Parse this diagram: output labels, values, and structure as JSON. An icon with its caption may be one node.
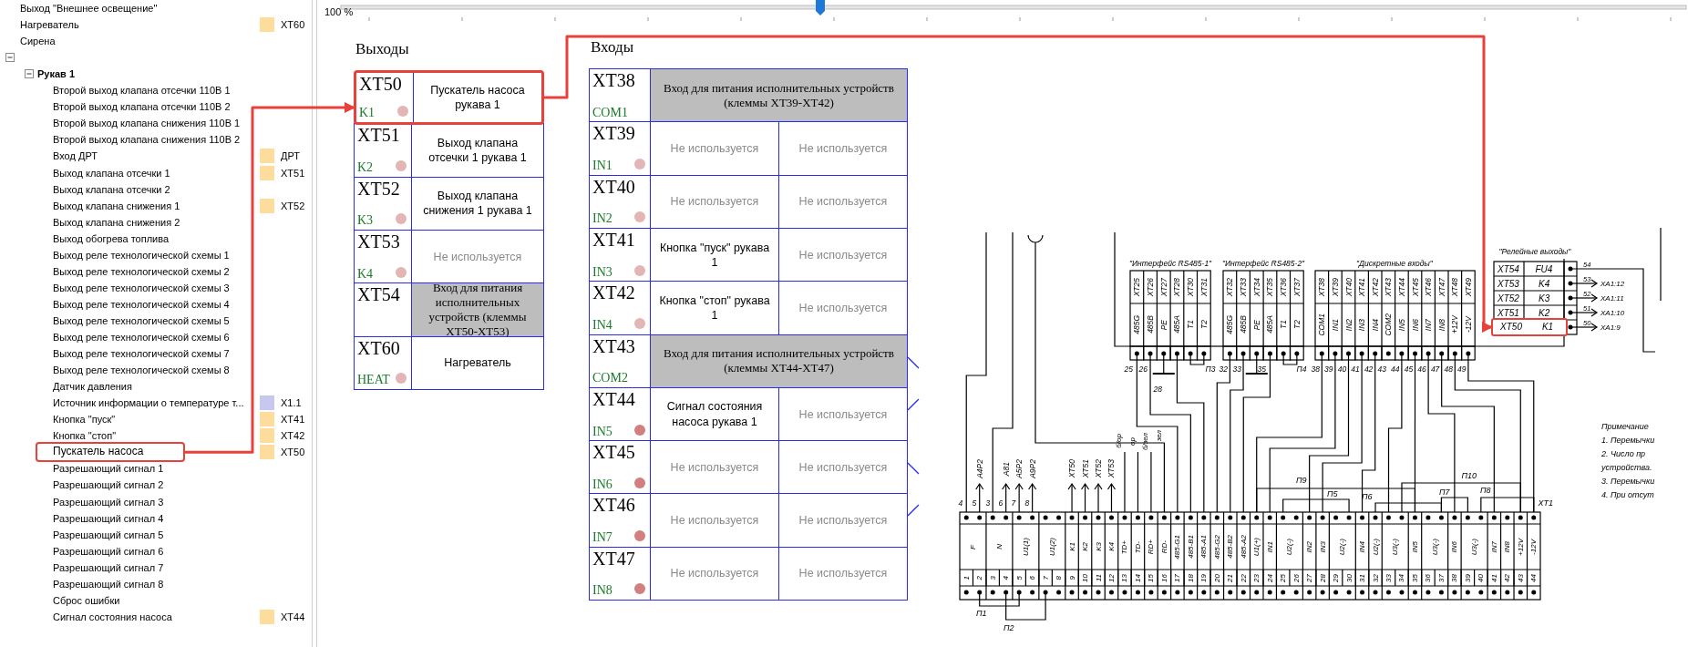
{
  "diagram": {
    "nodes": [
      {
        "text": [
          "Пускатель насоса"
        ]
      },
      {
        "text": [
          "Выходы"
        ]
      },
      {
        "text": [
          "XT50",
          "K1",
          "Пускатель насоса рукава 1"
        ],
        "in": 1
      },
      {
        "text": [
          "XT51",
          "K2",
          "Выход клапана отсечки 1 рукава 1"
        ],
        "in": 1
      },
      {
        "text": [
          "XT52",
          "K3",
          "Выход клапана снижения 1 рукава 1"
        ],
        "in": 1
      },
      {
        "text": [
          "XT53",
          "K4",
          "Не используется"
        ],
        "in": 1
      },
      {
        "text": [
          "XT54",
          "Вход для питания исполнительных устройств (клеммы XT50-XT53)"
        ],
        "in": 1
      },
      {
        "text": [
          "XT60",
          "HEAT",
          "Нагреватель"
        ],
        "in": 1
      },
      {
        "text": [
          "Входы"
        ]
      },
      {
        "text": [
          "XT38",
          "COM1",
          "Вход для питания исполнительных устройств (клеммы XT39-XT42)"
        ],
        "in": 8
      },
      {
        "text": [
          "XT39",
          "IN1",
          "Не используется",
          "Не используется"
        ],
        "in": 8
      },
      {
        "text": [
          "XT40",
          "IN2",
          "Не используется",
          "Не используется"
        ],
        "in": 8
      },
      {
        "text": [
          "XT41",
          "IN3",
          "Кнопка \"пуск\" рукава 1",
          "Не используется"
        ],
        "in": 8
      },
      {
        "text": [
          "XT42",
          "IN4",
          "Кнопка \"стоп\" рукава 1",
          "Не используется"
        ],
        "in": 8
      },
      {
        "text": [
          "XT43",
          "COM2",
          "Вход для питания исполнительных устройств (клеммы XT44-XT47)"
        ],
        "in": 8
      },
      {
        "text": [
          "XT44",
          "IN5",
          "Сигнал состояния насоса рукава 1",
          "Не используется"
        ],
        "in": 8
      },
      {
        "text": [
          "XT45",
          "IN6",
          "Не используется",
          "Не используется"
        ],
        "in": 8
      },
      {
        "text": [
          "XT46",
          "IN7",
          "Не используется",
          "Не используется"
        ],
        "in": 8
      },
      {
        "text": [
          "XT47",
          "IN8",
          "Не используется",
          "Не используется"
        ],
        "in": 8
      },
      {
        "text": [
          "XT50",
          "K1"
        ]
      }
    ],
    "edges": [
      {
        "from": 0,
        "to": 2,
        "arrow": "to"
      },
      {
        "from": 2,
        "to": 19,
        "arrow": "to"
      }
    ],
    "labels": [
      "Выход \"Внешнее освещение\"",
      "100 %",
      "Нагреватель",
      "XT60",
      "Сирена",
      "Рукав 1",
      "Второй выход клапана отсечки 110В 1",
      "Второй выход клапана отсечки 110В 2",
      "Второй выход клапана снижения 110В 1",
      "Второй выход клапана снижения 110В 2",
      "Вход ДРТ",
      "ДРТ",
      "Выход клапана отсечки 1",
      "XT51",
      "Выход клапана отсечки 2",
      "Выход клапана снижения 1",
      "XT52",
      "Выход клапана снижения 2",
      "Выход обогрева топлива",
      "Выход реле технологической схемы 1",
      "Выход реле технологической схемы 2",
      "Выход реле технологической схемы 3",
      "Выход реле технологической схемы 4",
      "Выход реле технологической схемы 5",
      "Выход реле технологической схемы 6",
      "Выход реле технологической схемы 7",
      "Выход реле технологической схемы 8",
      "Датчик давления",
      "Источник информации о температуре т...",
      "X1.1",
      "Кнопка \"пуск\"",
      "XT41",
      "Кнопка \"стоп\"",
      "XT42",
      "XT50",
      "Разрешающий сигнал 1",
      "Разрешающий сигнал 2",
      "Разрешающий сигнал 3",
      "Разрешающий сигнал 4",
      "Разрешающий сигнал 5",
      "Разрешающий сигнал 6",
      "Разрешающий сигнал 7",
      "Разрешающий сигнал 8",
      "Сброс ошибки",
      "Сигнал состояния насоса",
      "XT44",
      "\"Интерфейс RS485-1\"",
      "XT25",
      "XT26",
      "XT27",
      "XT28",
      "XT30",
      "XT31",
      "485G",
      "485B",
      "PE",
      "485A",
      "T1",
      "T2",
      "\"Интерфейс RS485-2\"",
      "XT32",
      "XT33",
      "XT34",
      "XT35",
      "XT36",
      "XT37",
      "485G",
      "485B",
      "PE",
      "485A",
      "T1",
      "T2",
      "\"Дискретные входы\"",
      "XT38",
      "XT39",
      "XT40",
      "XT41",
      "XT42",
      "XT43",
      "XT44",
      "XT45",
      "XT46",
      "XT47",
      "XT48",
      "XT49",
      "COM1",
      "IN1",
      "IN2",
      "IN3",
      "IN4",
      "COM2",
      "IN5",
      "IN6",
      "IN7",
      "IN8",
      "+12V",
      "-12V",
      "\"Релейные выходы\"",
      "XT54",
      "FU4",
      "54",
      "XT53",
      "K4",
      "53",
      "XA1:12",
      "XT52",
      "K3",
      "52",
      "XA1:11",
      "XT51",
      "K2",
      "51",
      "XA1:10",
      "50",
      "XA1:9",
      "25",
      "26",
      "П3",
      "32",
      "33",
      "35",
      "П4",
      "38",
      "39",
      "40",
      "41",
      "42",
      "43",
      "44",
      "45",
      "46",
      "47",
      "48",
      "49",
      "28",
      "4",
      "5",
      "3",
      "6",
      "7",
      "8",
      "A4P2",
      "A81",
      "A5P2",
      "A9P2",
      "XT50",
      "XT51",
      "XT52",
      "XT53",
      "б/ор",
      "ор",
      "б/зел",
      "зел",
      "F",
      "N",
      "U1(1)",
      "U1(2)",
      "K1",
      "K2",
      "K3",
      "K4",
      "TD+",
      "TD-",
      "RD+",
      "RD-",
      "485-G1",
      "485-B1",
      "485-A1",
      "485-G2",
      "485-B2",
      "485-A2",
      "U1(+)",
      "IN1",
      "U2(-)",
      "IN2",
      "IN3",
      "U2(-)",
      "IN4",
      "U2(-)",
      "U3(-)",
      "IN5",
      "U3(-)",
      "IN6",
      "U3(-)",
      "IN7",
      "IN8",
      "+12V",
      "-12V",
      "1",
      "2",
      "3",
      "4",
      "5",
      "6",
      "7",
      "8",
      "9",
      "10",
      "11",
      "12",
      "13",
      "14",
      "15",
      "16",
      "17",
      "18",
      "19",
      "20",
      "21",
      "22",
      "23",
      "24",
      "25",
      "26",
      "27",
      "28",
      "29",
      "30",
      "31",
      "32",
      "33",
      "34",
      "35",
      "36",
      "37",
      "38",
      "39",
      "40",
      "41",
      "42",
      "43",
      "44",
      "П9",
      "П10",
      "П5",
      "П6",
      "П7",
      "П8",
      "XT1",
      "П1",
      "П2",
      "Примечание",
      "1. Перемычки",
      "2. Число пр",
      "устройства.",
      "3. Перемычки",
      "4. При отсут"
    ]
  }
}
